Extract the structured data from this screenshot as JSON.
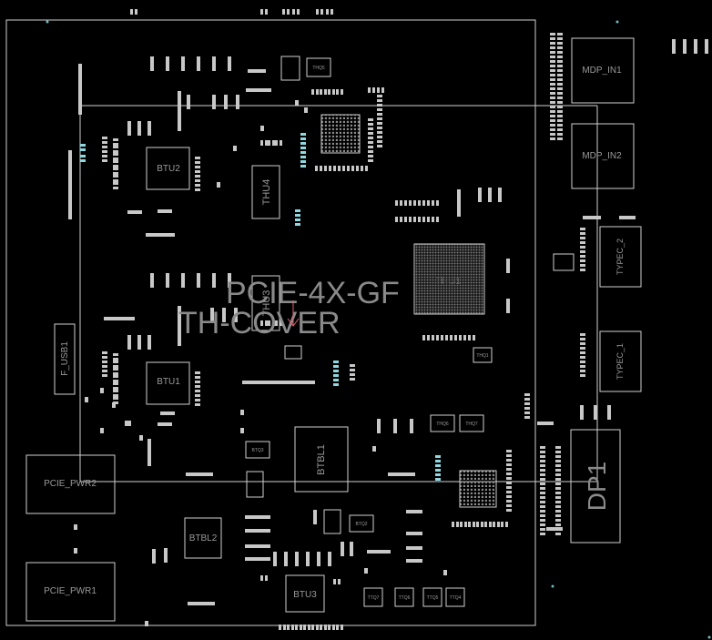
{
  "board": {
    "title_line1": "PCIE-4X-GF",
    "title_line2": "TH-COVER"
  },
  "connectors": {
    "mdp_in1": "MDP_IN1",
    "mdp_in2": "MDP_IN2",
    "typec_2": "TYPEC_2",
    "typec_1": "TYPEC_1",
    "dp1": "DP1",
    "f_usb1": "F_USB1",
    "pcie_pwr2": "PCIE_PWR2",
    "pcie_pwr1": "PCIE_PWR1"
  },
  "chips": {
    "btu2": "BTU2",
    "btu1": "BTU1",
    "btu3": "BTU3",
    "thu1": "THU1",
    "thu4": "THU4",
    "thu3": "THU3",
    "btbl1": "BTBL1",
    "btbl2": "BTBL2"
  },
  "small_labels": {
    "th_q1": "THQ5",
    "th_q2": "THQ6",
    "th_q3": "THQ7",
    "th_q4": "THQ1",
    "bt_q1": "BTQ3",
    "bt_q2": "BTQ2",
    "tt_q1": "TTQ7",
    "tt_q2": "TTQ6",
    "tt_q3": "TTQ5",
    "tt_q4": "TTQ4"
  },
  "colors": {
    "background": "#000000",
    "outline": "#cfcfcf",
    "pad": "#c8c8c8",
    "pad_accent": "#8fd8e0",
    "label": "#9a9a9a",
    "title": "#8a8a8a",
    "marker": "#e06070"
  }
}
